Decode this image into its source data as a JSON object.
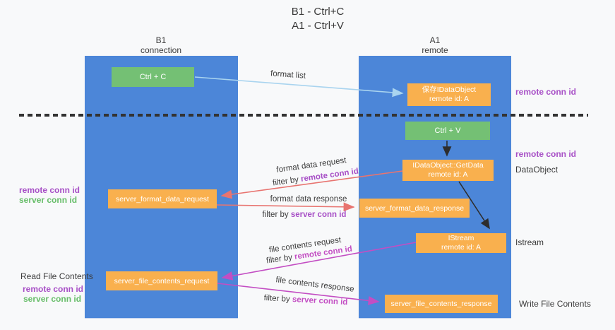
{
  "title": {
    "line1": "B1 - Ctrl+C",
    "line2": "A1 - Ctrl+V"
  },
  "lanes": {
    "left": {
      "name": "B1",
      "role": "connection"
    },
    "right": {
      "name": "A1",
      "role": "remote"
    }
  },
  "boxes": {
    "ctrl_c": {
      "label": "Ctrl + C"
    },
    "save_idataobject": {
      "line1": "保存IDataObject",
      "line2": "remote id: A"
    },
    "ctrl_v": {
      "label": "Ctrl + V"
    },
    "getdata": {
      "line1": "IDataObject::GetData",
      "line2": "remote id: A"
    },
    "format_request": {
      "label": "server_format_data_request"
    },
    "format_response": {
      "label": "server_format_data_response"
    },
    "istream": {
      "line1": "IStream",
      "line2": "remote id: A"
    },
    "file_request": {
      "label": "server_file_contents_request"
    },
    "file_response": {
      "label": "server_file_contents_response"
    }
  },
  "flow_labels": {
    "format_list": "format list",
    "format_data_request": "format data request",
    "format_data_request_filter_prefix": "filter by ",
    "format_data_request_filter_key": "remote conn id",
    "format_data_response": "format data response",
    "format_data_response_filter_prefix": "filter by ",
    "format_data_response_filter_key": "server conn id",
    "file_contents_request": "file contents request",
    "file_contents_request_filter_prefix": "filter by ",
    "file_contents_request_filter_key": "remote conn id",
    "file_contents_response": "file contents response",
    "file_contents_response_filter_prefix": "filter by ",
    "file_contents_response_filter_key": "server conn id"
  },
  "annotations": {
    "left": {
      "remote_conn_id_1": "remote conn id",
      "server_conn_id_1": "server conn id",
      "read_file_contents": "Read File Contents",
      "remote_conn_id_2": "remote conn id",
      "server_conn_id_2": "server conn id"
    },
    "right": {
      "remote_conn_id_1": "remote conn id",
      "remote_conn_id_2": "remote conn id",
      "dataobject": "DataObject",
      "istream": "Istream",
      "write_file_contents": "Write File Contents"
    }
  },
  "colors": {
    "lane_blue": "#4c86d8",
    "box_orange": "#f9b04e",
    "box_green": "#74c074",
    "arrow_light_blue": "#a9d4ef",
    "arrow_red": "#e87470",
    "arrow_magenta": "#c34ec3",
    "arrow_black": "#2d2d2d",
    "text_purple": "#a74fc6",
    "text_green": "#66bd68",
    "text_dark": "#3d3d3d"
  }
}
